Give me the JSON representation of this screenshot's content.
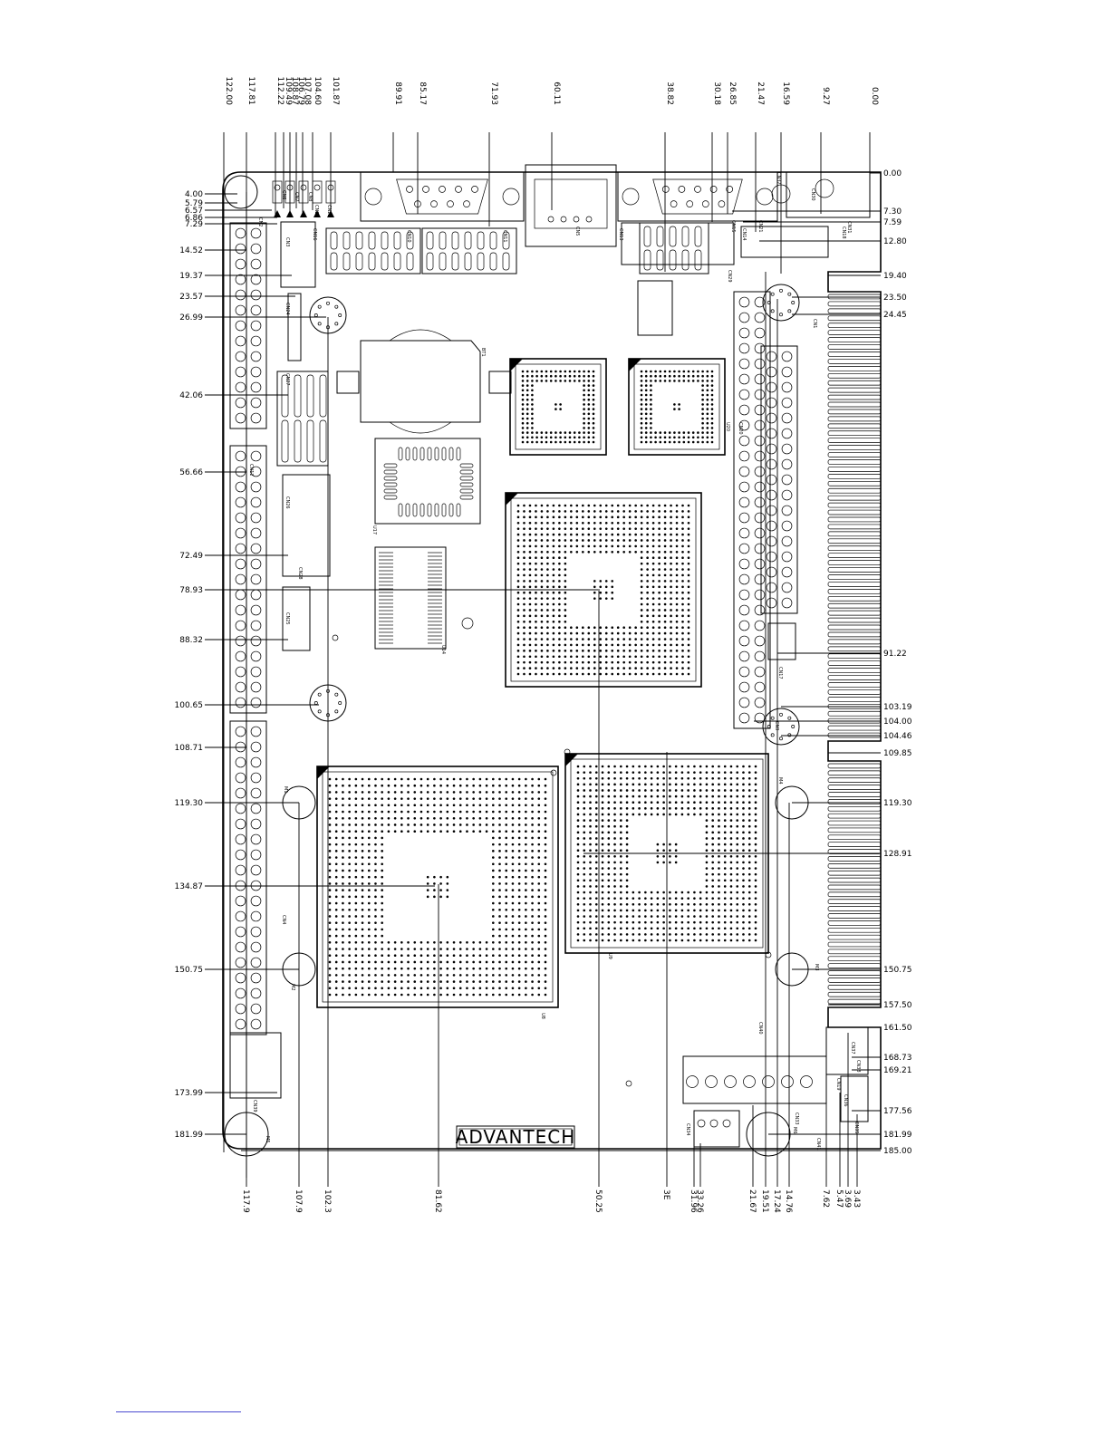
{
  "colors": {
    "ink": "#000000",
    "paper": "#ffffff",
    "footer_rule": "#4a4ad0"
  },
  "brand": {
    "logo_text": "ADVANTECH"
  },
  "dimensions": {
    "top": [
      "122.00",
      "117.81",
      "112.22",
      "109.49",
      "108.87",
      "106.79",
      "107.08",
      "104.60",
      "101.87",
      "89.91",
      "85.17",
      "71.93",
      "60.11",
      "38.82",
      "30.18",
      "26.85",
      "21.47",
      "16.59",
      "9.27",
      "0.00"
    ],
    "left": [
      "4.00",
      "5.79",
      "6.57",
      "6.86",
      "7.29",
      "14.52",
      "19.37",
      "23.57",
      "26.99",
      "42.06",
      "56.66",
      "72.49",
      "78.93",
      "88.32",
      "100.65",
      "108.71",
      "119.30",
      "134.87",
      "150.75",
      "173.99",
      "181.99"
    ],
    "right": [
      "0.00",
      "7.30",
      "7.59",
      "12.80",
      "19.40",
      "23.50",
      "24.45",
      "91.22",
      "103.19",
      "104.00",
      "104.46",
      "109.85",
      "119.30",
      "128.91",
      "150.75",
      "157.50",
      "161.50",
      "168.73",
      "169.21",
      "177.56",
      "181.99",
      "185.00"
    ],
    "bottom": [
      "117.9",
      "107.9",
      "102.3",
      "81.62",
      "50.25",
      "3E",
      "31.96",
      "33.26",
      "21.67",
      "19.51",
      "17.24",
      "14.76",
      "7.62",
      "5.47",
      "3.69",
      "3.43"
    ]
  },
  "components": [
    {
      "id": "cn1",
      "label": "CN1"
    },
    {
      "id": "cn2",
      "label": "CN2"
    },
    {
      "id": "cn3",
      "label": "CN3"
    },
    {
      "id": "cn4",
      "label": "CN4"
    },
    {
      "id": "cn5",
      "label": "CN5"
    },
    {
      "id": "cn6",
      "label": "CN6"
    },
    {
      "id": "cn7",
      "label": "CN7"
    },
    {
      "id": "cn8",
      "label": "CN8"
    },
    {
      "id": "cn9",
      "label": "CN9"
    },
    {
      "id": "cn10",
      "label": "CN10"
    },
    {
      "id": "cn11",
      "label": "CN11"
    },
    {
      "id": "cn12",
      "label": "CN12"
    },
    {
      "id": "cn13",
      "label": "CN13"
    },
    {
      "id": "cn14",
      "label": "CN14"
    },
    {
      "id": "cn15",
      "label": "CN15"
    },
    {
      "id": "cn16",
      "label": "CN16"
    },
    {
      "id": "cn17",
      "label": "CN17"
    },
    {
      "id": "cn18",
      "label": "CN18"
    },
    {
      "id": "cn19",
      "label": "CN19"
    },
    {
      "id": "cn20",
      "label": "CN20"
    },
    {
      "id": "cn21",
      "label": "CN21"
    },
    {
      "id": "cn22",
      "label": "CN22"
    },
    {
      "id": "cn23",
      "label": "CN23"
    },
    {
      "id": "cn24",
      "label": "CN24"
    },
    {
      "id": "cn25",
      "label": "CN25"
    },
    {
      "id": "cn26",
      "label": "CN26"
    },
    {
      "id": "cn27",
      "label": "CN27"
    },
    {
      "id": "cn28",
      "label": "CN28"
    },
    {
      "id": "cn29",
      "label": "CN29"
    },
    {
      "id": "cn30",
      "label": "CN30"
    },
    {
      "id": "cn31",
      "label": "CN31"
    },
    {
      "id": "cn32",
      "label": "CN32"
    },
    {
      "id": "cn33",
      "label": "CN33"
    },
    {
      "id": "cn34",
      "label": "CN34"
    },
    {
      "id": "cn35",
      "label": "CN35"
    },
    {
      "id": "cn36",
      "label": "CN36"
    },
    {
      "id": "cn37",
      "label": "CN37"
    },
    {
      "id": "cn38",
      "label": "CN38"
    },
    {
      "id": "cn39",
      "label": "CN39"
    },
    {
      "id": "cn40",
      "label": "CN40"
    },
    {
      "id": "cn41",
      "label": "CN41"
    },
    {
      "id": "u8",
      "label": "U8"
    },
    {
      "id": "u9",
      "label": "U9"
    },
    {
      "id": "u14",
      "label": "U14"
    },
    {
      "id": "u17",
      "label": "U17"
    },
    {
      "id": "u20",
      "label": "U20"
    },
    {
      "id": "bt1",
      "label": "BT1"
    },
    {
      "id": "m1",
      "label": "M1"
    },
    {
      "id": "m2",
      "label": "M2"
    },
    {
      "id": "m3",
      "label": "M3"
    },
    {
      "id": "m4",
      "label": "M4"
    },
    {
      "id": "m5",
      "label": "M5"
    },
    {
      "id": "m6",
      "label": "M6"
    }
  ]
}
